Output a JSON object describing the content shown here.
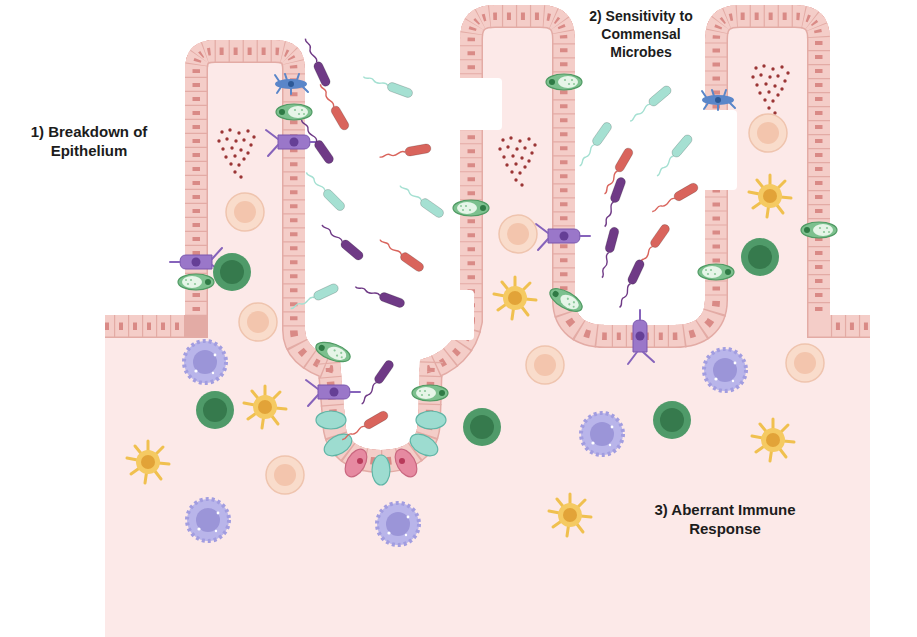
{
  "diagram": {
    "labels": [
      "1) Breakdown of Epithelium",
      "2) Sensitivity to Commensal Microbes",
      "3) Aberrant Immune Response"
    ]
  }
}
